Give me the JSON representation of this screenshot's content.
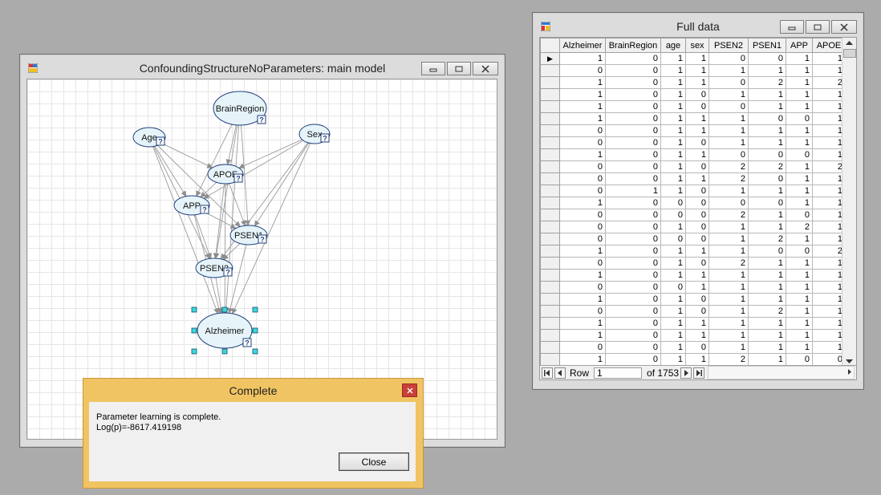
{
  "model_window": {
    "title": "ConfoundingStructureNoParameters: main model",
    "minimize": "▭",
    "restore": "▢",
    "close": "✕",
    "nodes": [
      {
        "id": "BrainRegion",
        "label": "BrainRegion"
      },
      {
        "id": "Age",
        "label": "Age"
      },
      {
        "id": "Sex",
        "label": "Sex"
      },
      {
        "id": "APOE",
        "label": "APOE"
      },
      {
        "id": "APP",
        "label": "APP"
      },
      {
        "id": "PSEN1",
        "label": "PSEN1"
      },
      {
        "id": "PSEN2",
        "label": "PSEN2"
      },
      {
        "id": "Alzheimer",
        "label": "Alzheimer"
      }
    ],
    "edges": [
      [
        "BrainRegion",
        "APOE"
      ],
      [
        "BrainRegion",
        "APP"
      ],
      [
        "BrainRegion",
        "PSEN1"
      ],
      [
        "BrainRegion",
        "PSEN2"
      ],
      [
        "BrainRegion",
        "Alzheimer"
      ],
      [
        "Age",
        "APOE"
      ],
      [
        "Age",
        "APP"
      ],
      [
        "Age",
        "PSEN1"
      ],
      [
        "Age",
        "PSEN2"
      ],
      [
        "Age",
        "Alzheimer"
      ],
      [
        "Sex",
        "APOE"
      ],
      [
        "Sex",
        "APP"
      ],
      [
        "Sex",
        "PSEN1"
      ],
      [
        "Sex",
        "PSEN2"
      ],
      [
        "Sex",
        "Alzheimer"
      ],
      [
        "APOE",
        "APP"
      ],
      [
        "APOE",
        "PSEN1"
      ],
      [
        "APOE",
        "PSEN2"
      ],
      [
        "APOE",
        "Alzheimer"
      ],
      [
        "APP",
        "PSEN1"
      ],
      [
        "APP",
        "PSEN2"
      ],
      [
        "APP",
        "Alzheimer"
      ],
      [
        "PSEN1",
        "PSEN2"
      ],
      [
        "PSEN1",
        "Alzheimer"
      ],
      [
        "PSEN2",
        "Alzheimer"
      ]
    ],
    "selected_node": "Alzheimer",
    "node_badge": "?"
  },
  "data_window": {
    "title": "Full data",
    "minimize": "▭",
    "restore": "▢",
    "close": "✕",
    "columns": [
      "Alzheimer",
      "BrainRegion",
      "age",
      "sex",
      "PSEN2",
      "PSEN1",
      "APP",
      "APOE"
    ],
    "rows": [
      [
        1,
        0,
        1,
        1,
        0,
        0,
        1,
        1
      ],
      [
        0,
        0,
        1,
        1,
        1,
        1,
        1,
        1
      ],
      [
        1,
        0,
        1,
        1,
        0,
        2,
        1,
        2
      ],
      [
        1,
        0,
        1,
        0,
        1,
        1,
        1,
        1
      ],
      [
        1,
        0,
        1,
        0,
        0,
        1,
        1,
        1
      ],
      [
        1,
        0,
        1,
        1,
        1,
        0,
        0,
        1
      ],
      [
        0,
        0,
        1,
        1,
        1,
        1,
        1,
        1
      ],
      [
        0,
        0,
        1,
        0,
        1,
        1,
        1,
        1
      ],
      [
        1,
        0,
        1,
        1,
        0,
        0,
        0,
        1
      ],
      [
        0,
        0,
        1,
        0,
        2,
        2,
        1,
        2
      ],
      [
        0,
        0,
        1,
        1,
        2,
        0,
        1,
        1
      ],
      [
        0,
        1,
        1,
        0,
        1,
        1,
        1,
        1
      ],
      [
        1,
        0,
        0,
        0,
        0,
        0,
        1,
        1
      ],
      [
        0,
        0,
        0,
        0,
        2,
        1,
        0,
        1
      ],
      [
        0,
        0,
        1,
        0,
        1,
        1,
        2,
        1
      ],
      [
        0,
        0,
        0,
        0,
        1,
        2,
        1,
        1
      ],
      [
        1,
        0,
        1,
        1,
        1,
        0,
        0,
        2
      ],
      [
        0,
        0,
        1,
        0,
        2,
        1,
        1,
        1
      ],
      [
        1,
        0,
        1,
        1,
        1,
        1,
        1,
        1
      ],
      [
        0,
        0,
        0,
        1,
        1,
        1,
        1,
        1
      ],
      [
        1,
        0,
        1,
        0,
        1,
        1,
        1,
        1
      ],
      [
        0,
        0,
        1,
        0,
        1,
        2,
        1,
        1
      ],
      [
        1,
        0,
        1,
        1,
        1,
        1,
        1,
        1
      ],
      [
        1,
        0,
        1,
        1,
        1,
        1,
        1,
        1
      ],
      [
        0,
        0,
        1,
        0,
        1,
        1,
        1,
        1
      ],
      [
        1,
        0,
        1,
        1,
        2,
        1,
        0,
        0
      ]
    ],
    "current_row_marker": "▶",
    "footer": {
      "row_label": "Row",
      "row_value": "1",
      "of_label": "of 1753"
    }
  },
  "dialog": {
    "title": "Complete",
    "close": "x",
    "line1": "Parameter learning is complete.",
    "line2": "Log(p)=-8617.419198",
    "button": "Close"
  }
}
